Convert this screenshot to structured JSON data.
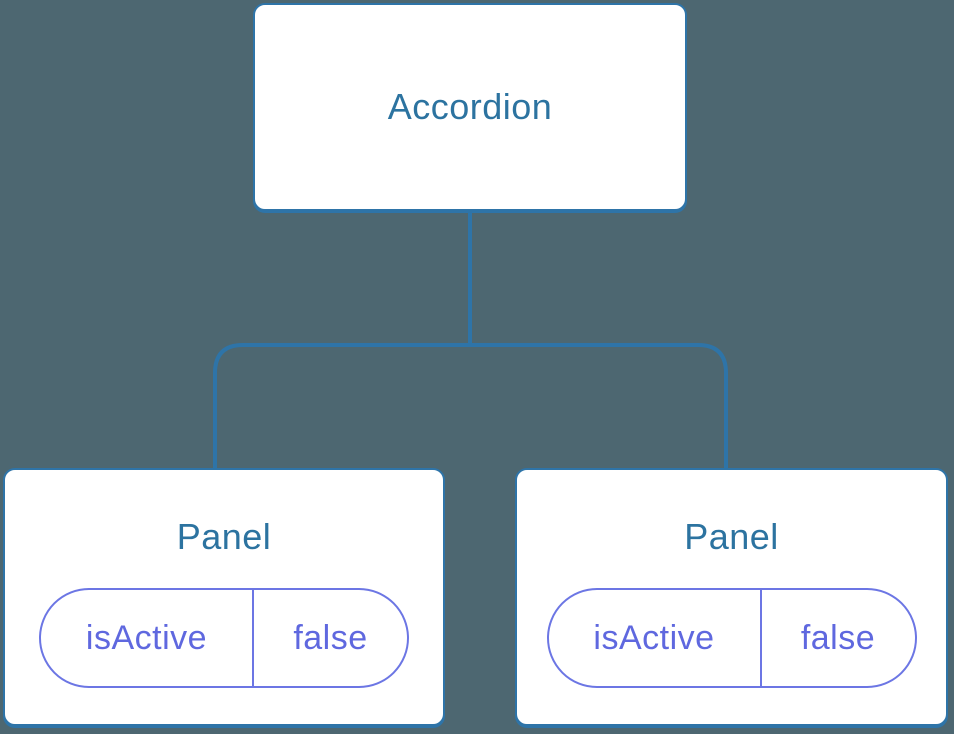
{
  "diagram": {
    "type": "component-tree",
    "colors": {
      "background": "#4D6771",
      "node_border": "#2E74A8",
      "connector": "#2E74A8",
      "node_fill": "#FFFFFF",
      "title_text": "#2C73A0",
      "pill_border": "#6C76E4",
      "pill_text": "#5F68DF"
    },
    "root": {
      "label": "Accordion"
    },
    "children": [
      {
        "label": "Panel",
        "state": {
          "key": "isActive",
          "value": "false"
        }
      },
      {
        "label": "Panel",
        "state": {
          "key": "isActive",
          "value": "false"
        }
      }
    ]
  }
}
